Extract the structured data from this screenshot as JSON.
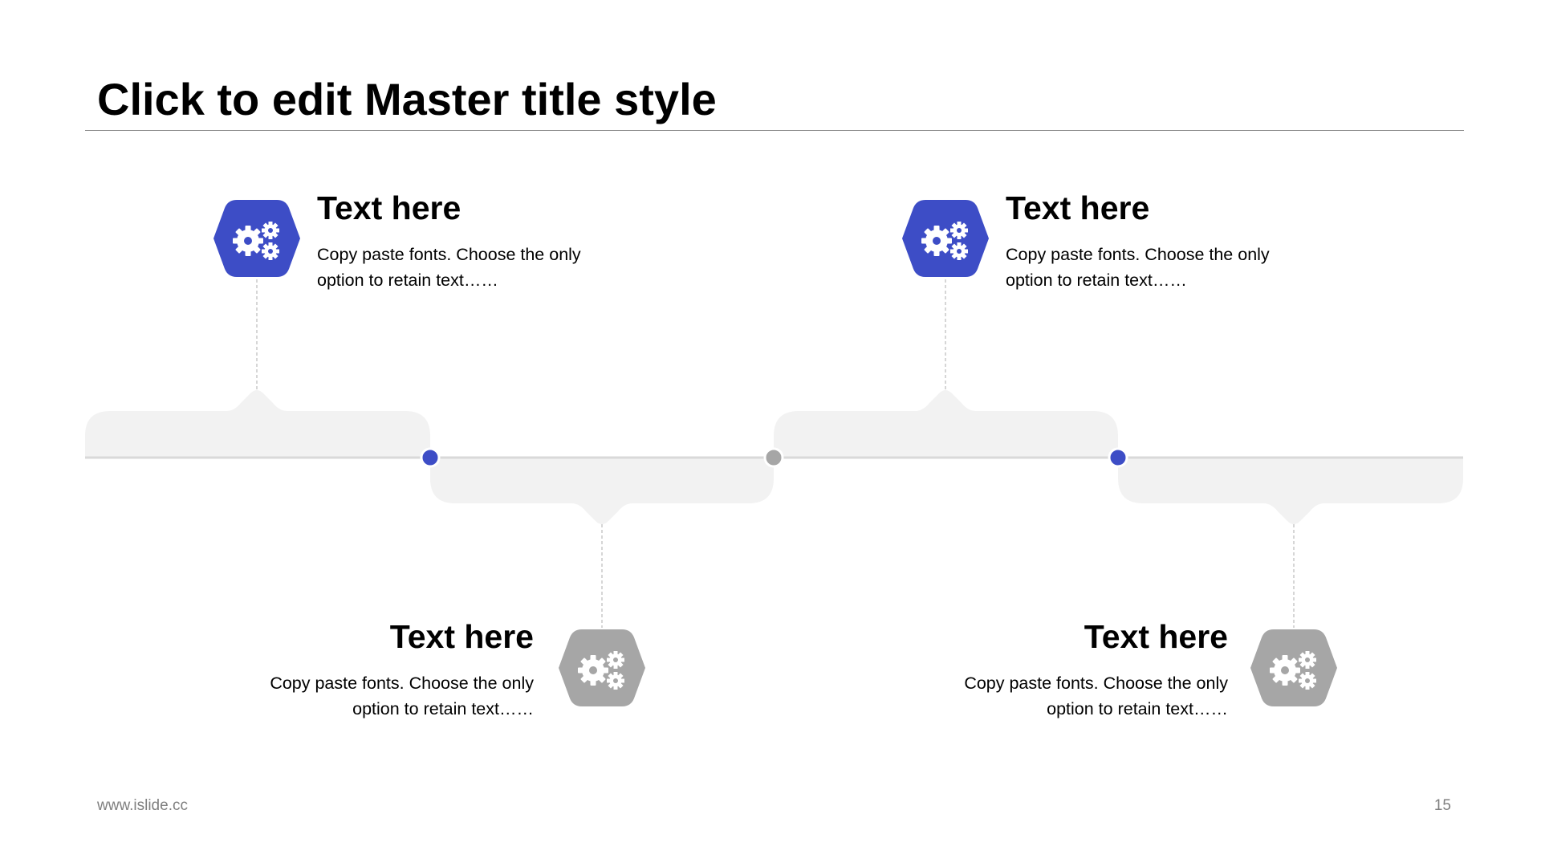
{
  "slide": {
    "title": "Click to edit Master title style",
    "footer_url": "www.islide.cc",
    "page_number": "15"
  },
  "colors": {
    "accent_blue": "#3d4dc6",
    "accent_gray": "#a6a6a6",
    "bracket_fill": "#f2f2f2",
    "timeline_line": "#d9d9d9",
    "title_rule": "#8c8c8c",
    "footer_text": "#7f7f7f"
  },
  "milestones": [
    {
      "heading": "Text here",
      "body": "Copy paste fonts. Choose the only option to retain text……",
      "icon": "gears-icon",
      "color": "blue"
    },
    {
      "heading": "Text here",
      "body": "Copy paste fonts. Choose the only option to retain text……",
      "icon": "gears-icon",
      "color": "gray"
    },
    {
      "heading": "Text here",
      "body": "Copy paste fonts. Choose the only option to retain text……",
      "icon": "gears-icon",
      "color": "blue"
    },
    {
      "heading": "Text here",
      "body": "Copy paste fonts. Choose the only option to retain text……",
      "icon": "gears-icon",
      "color": "gray"
    }
  ],
  "timeline_dots": [
    "blue",
    "gray",
    "blue"
  ]
}
